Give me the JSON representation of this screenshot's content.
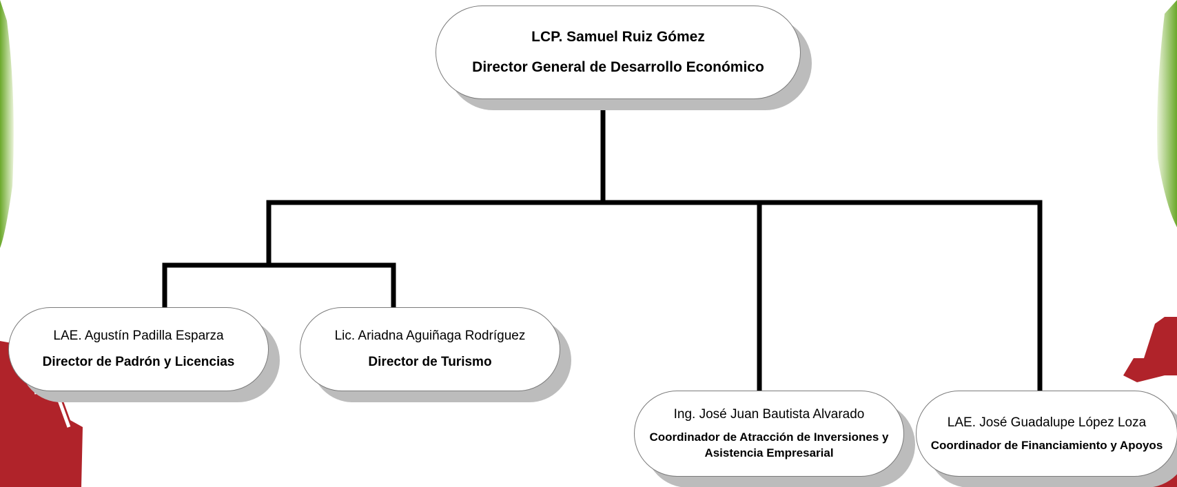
{
  "org_chart": {
    "director": {
      "name": "LCP. Samuel Ruiz Gómez",
      "role": "Director General de Desarrollo  Económico"
    },
    "units": [
      {
        "name": "LAE. Agustín Padilla Esparza",
        "role": "Director de Padrón y Licencias"
      },
      {
        "name": "Lic. Ariadna Aguiñaga Rodríguez",
        "role": "Director de Turismo"
      },
      {
        "name": "Ing. José Juan Bautista Alvarado",
        "role": "Coordinador de Atracción de Inversiones y Asistencia Empresarial"
      },
      {
        "name": "LAE. José Guadalupe López Loza",
        "role": "Coordinador de Financiamiento y Apoyos"
      }
    ]
  },
  "colors": {
    "connector": "#000000",
    "box_border": "#7a7a7a",
    "shadow": "#bcbcbc",
    "decor_green": "#7dbf2a",
    "decor_red": "#b0232a"
  }
}
